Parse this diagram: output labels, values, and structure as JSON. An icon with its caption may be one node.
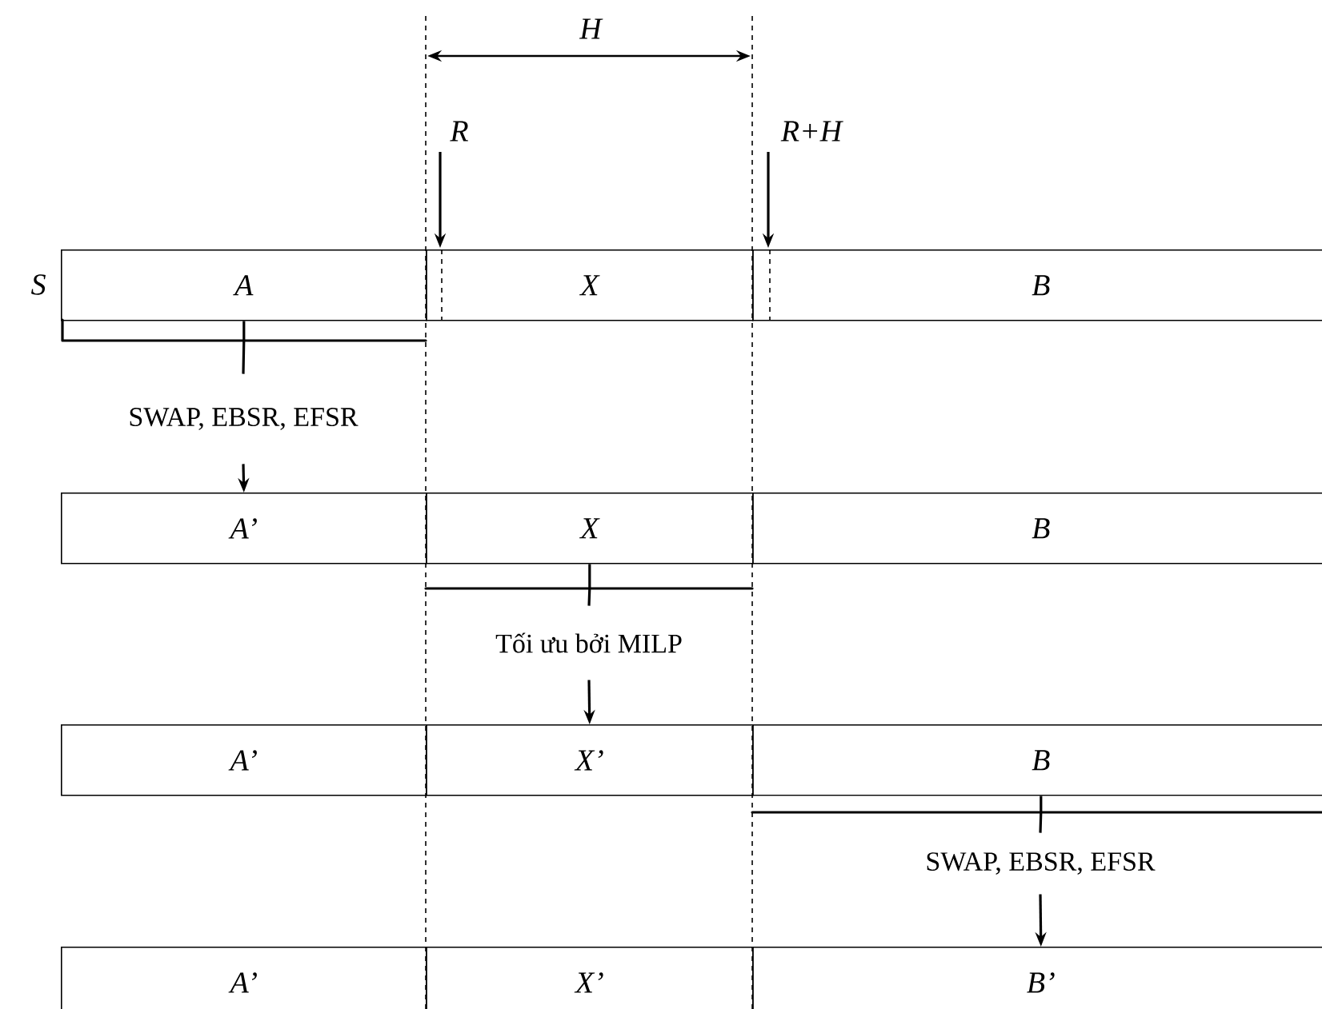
{
  "diagram": {
    "nodes": [
      {
        "text": [
          "A"
        ],
        "beside": [
          "S"
        ]
      },
      {
        "text": [
          "X"
        ]
      },
      {
        "text": [
          "B"
        ]
      },
      {
        "text": [
          "SWAP, EBSR, EFSR"
        ]
      },
      {
        "text": [
          "A’"
        ]
      },
      {
        "text": [
          "X"
        ]
      },
      {
        "text": [
          "B"
        ]
      },
      {
        "text": [
          "Tối ưu bởi MILP"
        ]
      },
      {
        "text": [
          "A’"
        ]
      },
      {
        "text": [
          "X’"
        ]
      },
      {
        "text": [
          "B"
        ]
      },
      {
        "text": [
          "SWAP, EBSR, EFSR"
        ]
      },
      {
        "text": [
          "A’"
        ]
      },
      {
        "text": [
          "X’"
        ]
      },
      {
        "text": [
          "B’"
        ]
      }
    ],
    "edges": [
      {
        "from": 0,
        "to": 3,
        "arrow": "none"
      },
      {
        "from": 3,
        "to": 4,
        "arrow": "to"
      },
      {
        "from": 5,
        "to": 7,
        "arrow": "none"
      },
      {
        "from": 7,
        "to": 9,
        "arrow": "to"
      },
      {
        "from": 10,
        "to": 11,
        "arrow": "none"
      },
      {
        "from": 11,
        "to": 14,
        "arrow": "to"
      }
    ],
    "labels": [
      "H",
      "R",
      "R+H"
    ]
  }
}
